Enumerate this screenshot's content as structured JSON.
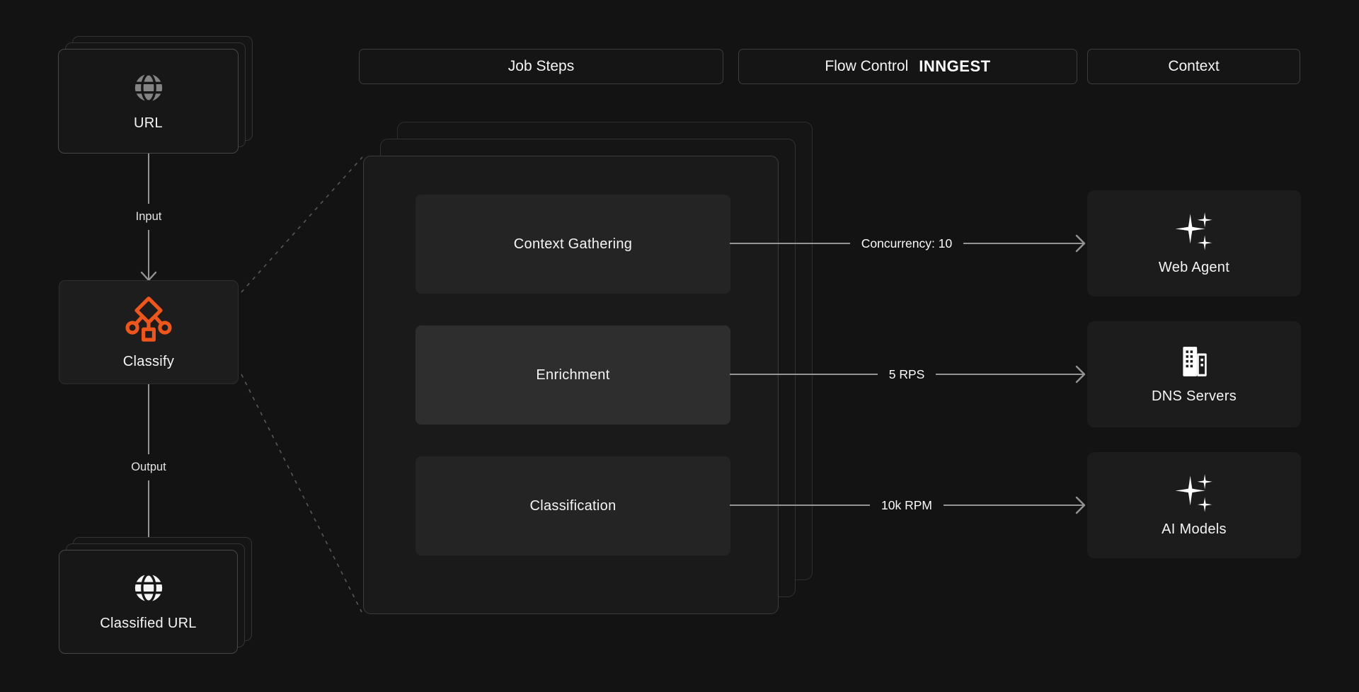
{
  "colors": {
    "accent_orange": "#f0551a",
    "background": "#131313",
    "arrow_gray": "#949494"
  },
  "headers": {
    "job_steps": "Job Steps",
    "flow_control": "Flow Control",
    "flow_control_logo": "INNGEST",
    "context": "Context"
  },
  "pipeline": {
    "source": {
      "label": "URL",
      "icon": "globe-icon"
    },
    "input_edge_label": "Input",
    "classify_node": {
      "label": "Classify",
      "icon": "classify-workflow-icon"
    },
    "output_edge_label": "Output",
    "result": {
      "label": "Classified URL",
      "icon": "globe-icon"
    }
  },
  "steps": [
    {
      "label": "Context Gathering",
      "highlighted": false
    },
    {
      "label": "Enrichment",
      "highlighted": true
    },
    {
      "label": "Classification",
      "highlighted": false
    }
  ],
  "flow_controls": [
    {
      "label": "Concurrency: 10"
    },
    {
      "label": "5 RPS"
    },
    {
      "label": "10k RPM"
    }
  ],
  "context_nodes": [
    {
      "label": "Web Agent",
      "icon": "sparkles-icon"
    },
    {
      "label": "DNS Servers",
      "icon": "building-icon"
    },
    {
      "label": "AI Models",
      "icon": "sparkles-icon"
    }
  ]
}
